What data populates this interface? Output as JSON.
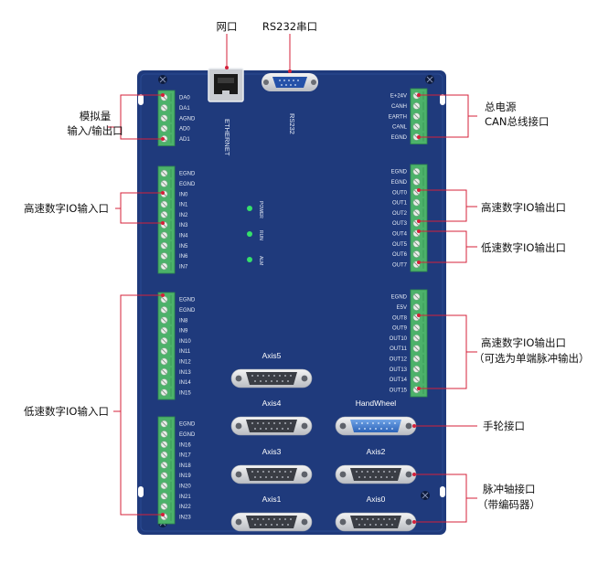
{
  "callouts": {
    "network_port": "网口",
    "rs232_port": "RS232串口",
    "analog_io": [
      "模拟量",
      "输入/输出口"
    ],
    "power_can": [
      "总电源",
      "CAN总线接口"
    ],
    "hs_digital_in": "高速数字IO输入口",
    "hs_digital_out": "高速数字IO输出口",
    "ls_digital_out": "低速数字IO输出口",
    "hs_digital_out_pulse": [
      "高速数字IO输出口",
      "（可选为单端脉冲输出）"
    ],
    "ls_digital_in": "低速数字IO输入口",
    "handwheel": "手轮接口",
    "pulse_axis": [
      "脉冲轴接口",
      "（带编码器）"
    ]
  },
  "board": {
    "ethernet_label": "ETHERNET",
    "rs232_label": "RS232",
    "leds": [
      "POWER",
      "RUN",
      "ALM"
    ],
    "analog_terminal": [
      "DA0",
      "DA1",
      "AGND",
      "AD0",
      "AD1"
    ],
    "power_terminal": [
      "E+24V",
      "CANH",
      "EARTH",
      "CANL",
      "EGND"
    ],
    "in_terminal_1": [
      "EGND",
      "EGND",
      "IN0",
      "IN1",
      "IN2",
      "IN3",
      "IN4",
      "IN5",
      "IN6",
      "IN7"
    ],
    "out_terminal_1": [
      "EGND",
      "EGND",
      "OUT0",
      "OUT1",
      "OUT2",
      "OUT3",
      "OUT4",
      "OUT5",
      "OUT6",
      "OUT7"
    ],
    "in_terminal_2": [
      "EGND",
      "EGND",
      "IN8",
      "IN9",
      "IN10",
      "IN11",
      "IN12",
      "IN13",
      "IN14",
      "IN15"
    ],
    "out_terminal_2": [
      "EGND",
      "E5V",
      "OUT8",
      "OUT9",
      "OUT10",
      "OUT11",
      "OUT12",
      "OUT13",
      "OUT14",
      "OUT15"
    ],
    "in_terminal_3": [
      "EGND",
      "EGND",
      "IN16",
      "IN17",
      "IN18",
      "IN19",
      "IN20",
      "IN21",
      "IN22",
      "IN23"
    ],
    "axis_labels": [
      "Axis5",
      "Axis4",
      "HandWheel",
      "Axis3",
      "Axis2",
      "Axis1",
      "Axis0"
    ]
  },
  "colors": {
    "board": "#1f3a7c",
    "terminal": "#4cb26a",
    "leadline": "#d4203a",
    "led": "#35e06a",
    "handwheel": "#3c7fd6"
  }
}
